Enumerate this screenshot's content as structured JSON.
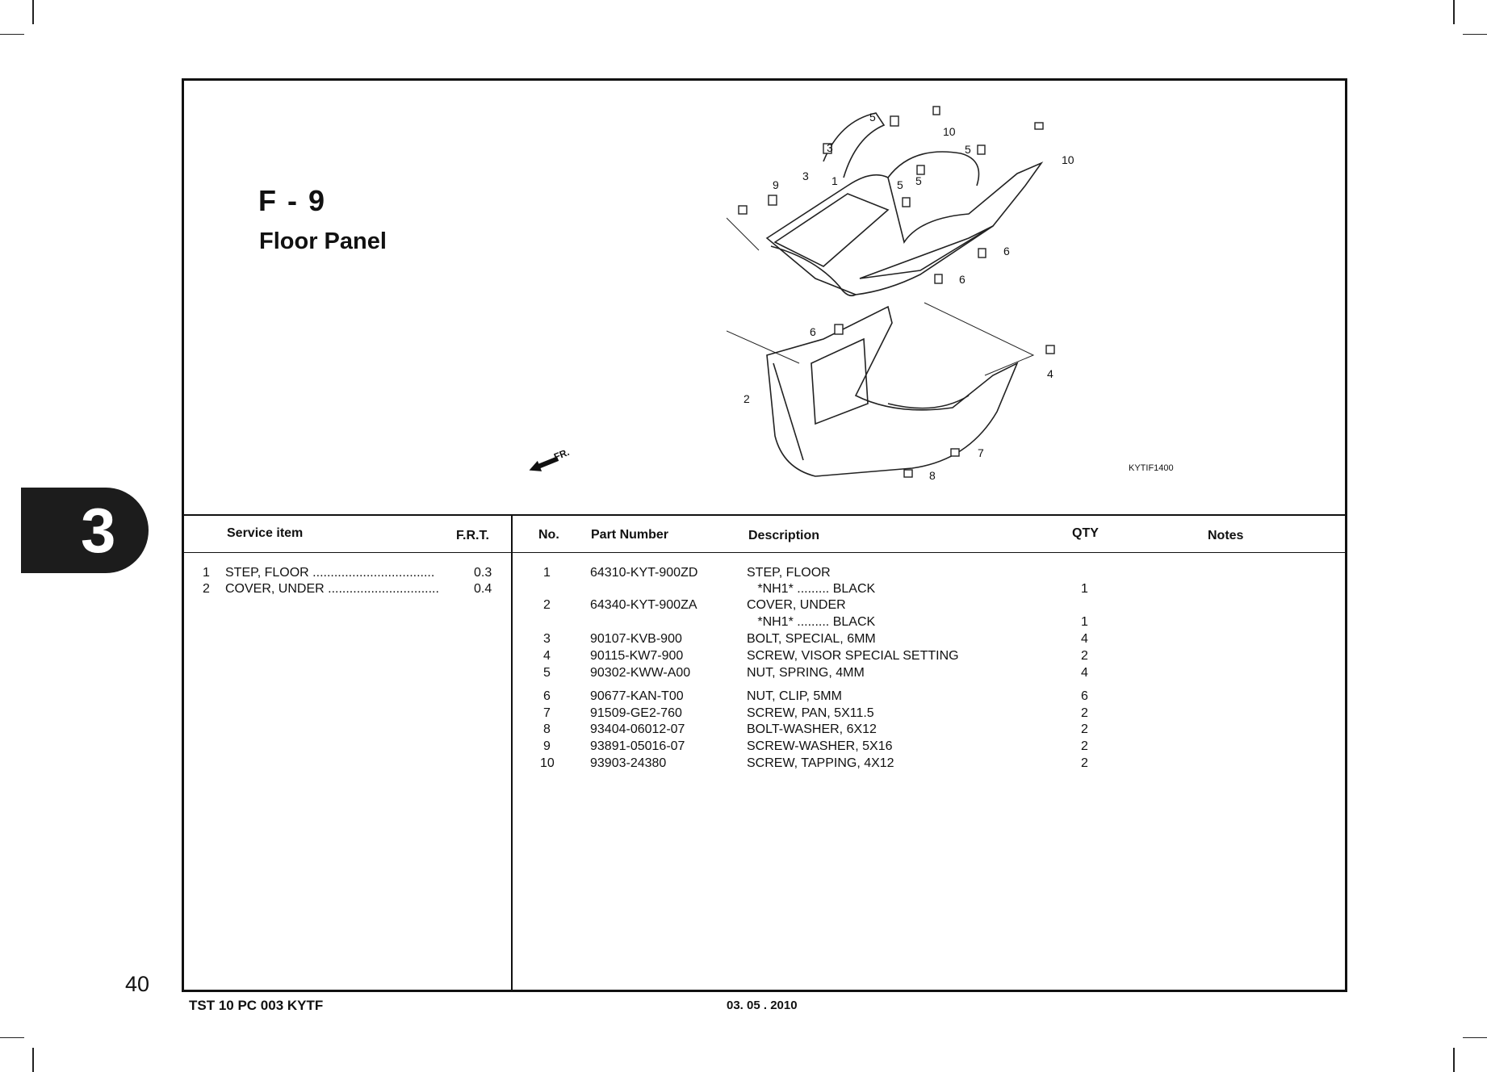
{
  "section": {
    "code": "F - 9",
    "name": "Floor Panel",
    "tab_number": "3",
    "page_number": "40"
  },
  "figure": {
    "code": "KYTIF1400",
    "front_marker": "FR.",
    "callouts": [
      "1",
      "2",
      "3",
      "3",
      "4",
      "5",
      "5",
      "5",
      "5",
      "6",
      "6",
      "6",
      "7",
      "8",
      "9",
      "10",
      "10"
    ]
  },
  "headers": {
    "service_item": "Service item",
    "frt": "F.R.T.",
    "no": "No.",
    "part_number": "Part Number",
    "description": "Description",
    "qty": "QTY",
    "notes": "Notes"
  },
  "service_items": [
    {
      "no": "1",
      "label": "STEP, FLOOR ..................................",
      "frt": "0.3"
    },
    {
      "no": "2",
      "label": "COVER, UNDER ...............................",
      "frt": "0.4"
    }
  ],
  "parts": [
    {
      "no": "1",
      "part": "64310-KYT-900ZD",
      "desc": "STEP, FLOOR",
      "qty": ""
    },
    {
      "no": "",
      "part": "",
      "desc": "   *NH1* ......... BLACK",
      "qty": "1"
    },
    {
      "no": "2",
      "part": "64340-KYT-900ZA",
      "desc": "COVER, UNDER",
      "qty": ""
    },
    {
      "no": "",
      "part": "",
      "desc": "   *NH1* ......... BLACK",
      "qty": "1"
    },
    {
      "no": "3",
      "part": "90107-KVB-900",
      "desc": "BOLT, SPECIAL, 6MM",
      "qty": "4"
    },
    {
      "no": "4",
      "part": "90115-KW7-900",
      "desc": "SCREW, VISOR SPECIAL SETTING",
      "qty": "2"
    },
    {
      "no": "5",
      "part": "90302-KWW-A00",
      "desc": "NUT, SPRING, 4MM",
      "qty": "4"
    },
    {
      "no": "6",
      "part": "90677-KAN-T00",
      "desc": "NUT, CLIP, 5MM",
      "qty": "6"
    },
    {
      "no": "7",
      "part": "91509-GE2-760",
      "desc": "SCREW, PAN, 5X11.5",
      "qty": "2"
    },
    {
      "no": "8",
      "part": "93404-06012-07",
      "desc": "BOLT-WASHER, 6X12",
      "qty": "2"
    },
    {
      "no": "9",
      "part": "93891-05016-07",
      "desc": "SCREW-WASHER, 5X16",
      "qty": "2"
    },
    {
      "no": "10",
      "part": "93903-24380",
      "desc": "SCREW, TAPPING, 4X12",
      "qty": "2"
    }
  ],
  "footer": {
    "doc_code": "TST 10 PC 003 KYTF",
    "date": "03. 05 . 2010"
  }
}
